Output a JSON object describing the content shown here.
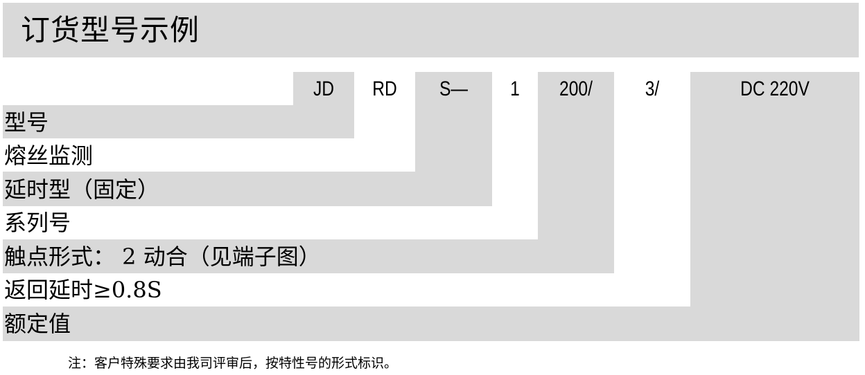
{
  "title": "订货型号示例",
  "model_codes": [
    {
      "code": "JD",
      "fill": "gray"
    },
    {
      "code": "RD",
      "fill": "white"
    },
    {
      "code": "S—",
      "fill": "gray"
    },
    {
      "code": "1",
      "fill": "white"
    },
    {
      "code": "200/",
      "fill": "gray"
    },
    {
      "code": "3/",
      "fill": "white"
    },
    {
      "code": "DC 220V",
      "fill": "gray"
    }
  ],
  "descriptions": [
    {
      "label": "型号",
      "code_ref": "JD"
    },
    {
      "label": "熔丝监测",
      "code_ref": "RD"
    },
    {
      "label": "延时型（固定）",
      "code_ref": "S—"
    },
    {
      "label": "系列号",
      "code_ref": "1"
    },
    {
      "label": "触点形式： 2 动合（见端子图）",
      "code_ref": "200/"
    },
    {
      "label": "返回延时≥0.8S",
      "code_ref": "3/"
    },
    {
      "label": "额定值",
      "code_ref": "DC 220V"
    }
  ],
  "footnote": "注：客户特殊要求由我司评审后，按特性号的形式标识。",
  "colors": {
    "band_gray": "#d9d9d9",
    "background": "#ffffff",
    "text": "#000000"
  }
}
